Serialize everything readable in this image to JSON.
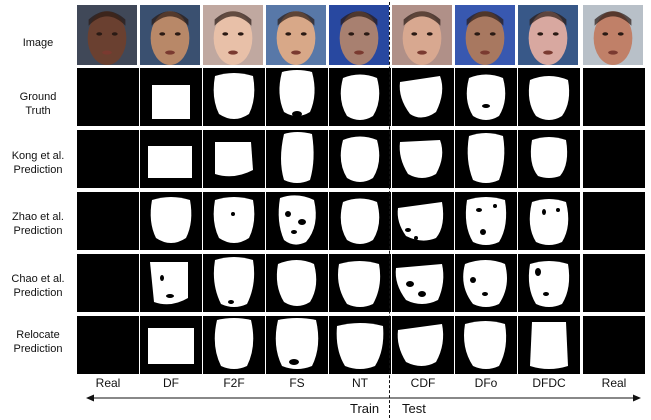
{
  "figure": {
    "row_labels": [
      "Image",
      "Ground\nTruth",
      "Kong et al.\nPrediction",
      "Zhao et al.\nPrediction",
      "Chao et al.\nPrediction",
      "Relocate\nPrediction"
    ],
    "column_labels": [
      "Real",
      "DF",
      "F2F",
      "FS",
      "NT",
      "CDF",
      "DFo",
      "DFDC",
      "Real"
    ],
    "train_label": "Train",
    "test_label": "Test"
  },
  "colors": {
    "mask_background": "#000000",
    "mask_foreground": "#ffffff",
    "skin_tones": [
      "#6a4030",
      "#b88868",
      "#e8c0a8",
      "#d8a888",
      "#a88070",
      "#d8a890",
      "#a87860",
      "#d8a8a0",
      "#c08068"
    ],
    "background_tones": [
      "#404858",
      "#3a5070",
      "#c0a8a0",
      "#5878a8",
      "#2848a0",
      "#b09088",
      "#3858b0",
      "#385888",
      "#b8c0c8"
    ]
  }
}
